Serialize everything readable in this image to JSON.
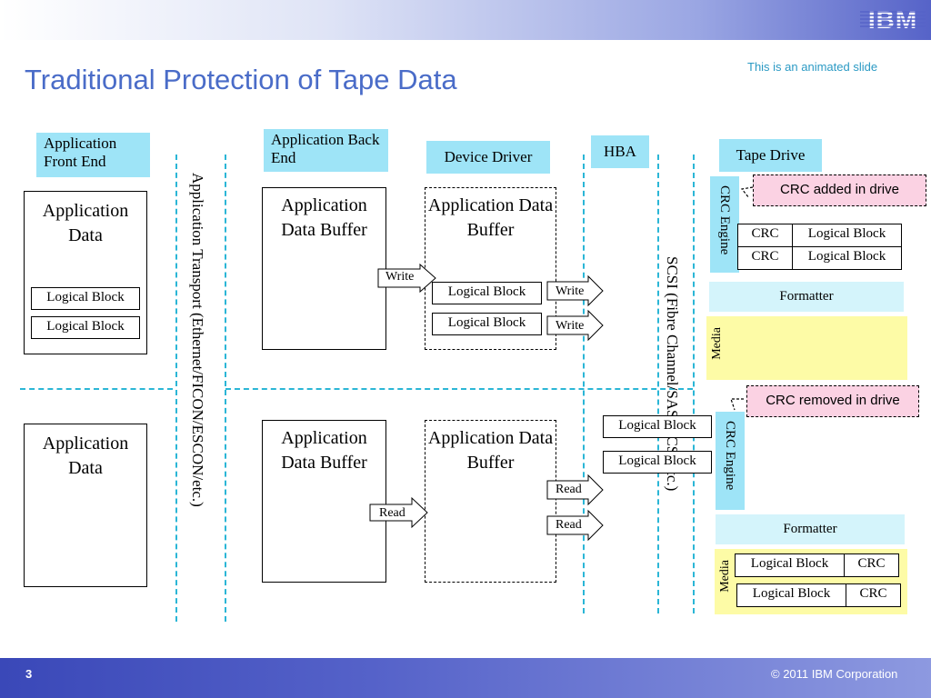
{
  "header": {
    "title": "Traditional Protection of Tape Data",
    "animated_note": "This is an animated slide",
    "logo_text": "IBM"
  },
  "footer": {
    "page_number": "3",
    "copyright": "© 2011 IBM Corporation"
  },
  "columns": {
    "front_end": "Application Front End",
    "back_end": "Application Back End",
    "device_driver": "Device Driver",
    "hba": "HBA",
    "tape_drive": "Tape Drive"
  },
  "transports": {
    "application": "Application Transport (Ethernet/FICON/ESCON/etc.)",
    "scsi": "SCSI (Fibre Channel/SAS/iSCSI/etc.)"
  },
  "write_path": {
    "app_data": "Application Data",
    "logical_blocks": [
      "Logical Block",
      "Logical Block"
    ],
    "back_end_buffer": "Application Data Buffer",
    "driver_buffer": "Application Data Buffer",
    "driver_blocks": [
      "Logical Block",
      "Logical Block"
    ],
    "arrow_to_driver": "Write",
    "arrows_to_hba": [
      "Write",
      "Write"
    ],
    "crc_engine": "CRC Engine",
    "crc_note": "CRC added in drive",
    "crc_rows": [
      {
        "crc": "CRC",
        "block": "Logical Block"
      },
      {
        "crc": "CRC",
        "block": "Logical Block"
      }
    ],
    "formatter": "Formatter",
    "media": "Media"
  },
  "read_path": {
    "app_data": "Application Data",
    "back_end_buffer": "Application Data Buffer",
    "driver_buffer": "Application Data Buffer",
    "arrow_to_back_end": "Read",
    "arrows_to_driver": [
      "Read",
      "Read"
    ],
    "hba_blocks": [
      "Logical Block",
      "Logical Block"
    ],
    "crc_engine": "CRC Engine",
    "crc_note": "CRC removed in drive",
    "formatter": "Formatter",
    "media": "Media",
    "media_rows": [
      {
        "block": "Logical Block",
        "crc": "CRC"
      },
      {
        "block": "Logical Block",
        "crc": "CRC"
      }
    ]
  },
  "colors": {
    "title": "#4a6cc8",
    "header_fill": "#9ee4f7",
    "formatter_fill": "#d4f4fb",
    "media_fill": "#fdfba6",
    "crc_note_fill": "#fbd2e3",
    "divider": "#2bb6d6"
  }
}
